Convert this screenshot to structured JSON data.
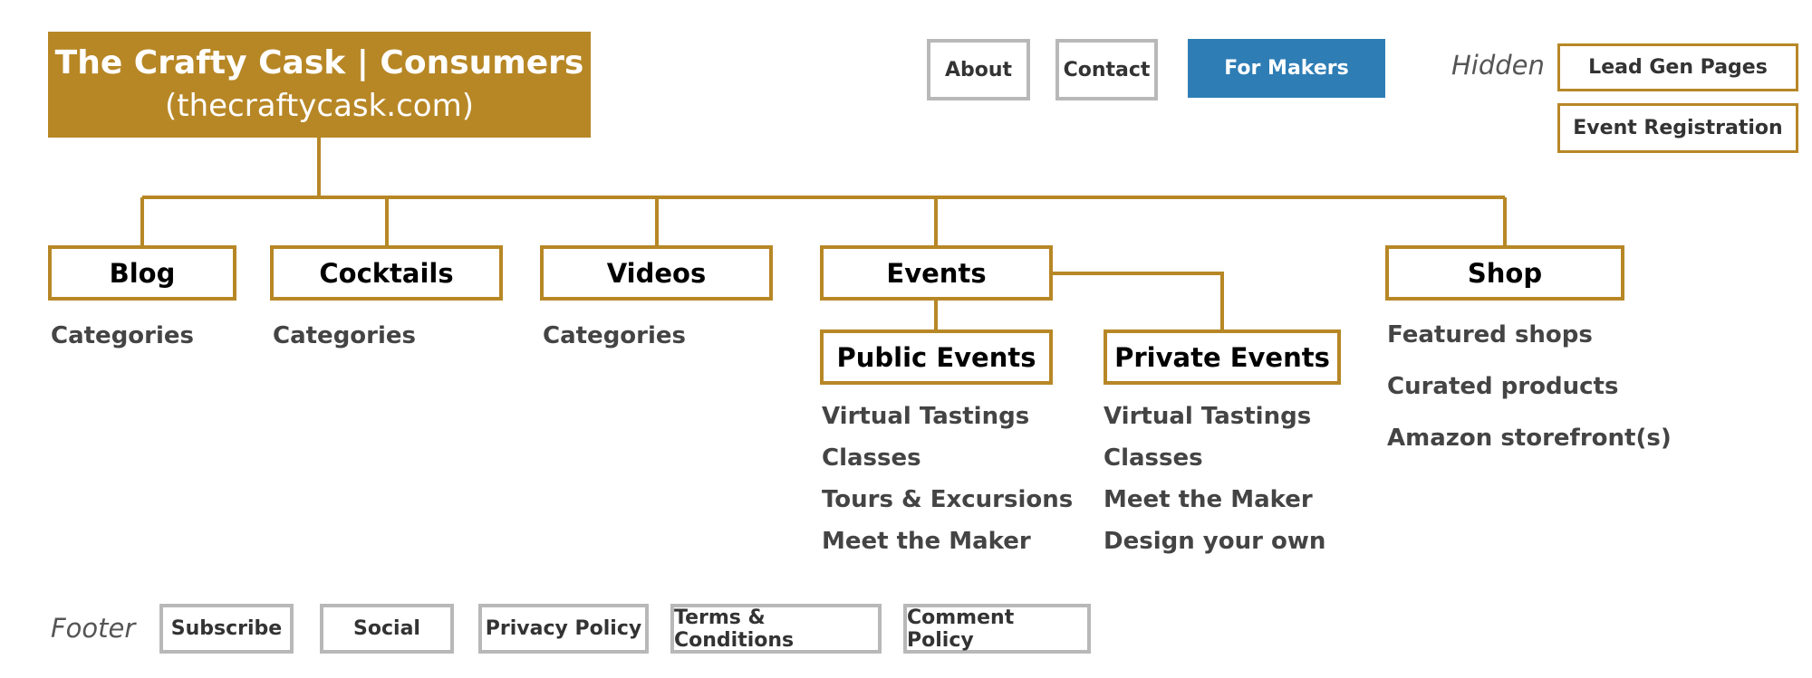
{
  "root": {
    "title": "The Crafty Cask | Consumers",
    "subtitle": "(thecraftycask.com)"
  },
  "top_nav": {
    "about": "About",
    "contact": "Contact",
    "for_makers": "For Makers"
  },
  "hidden": {
    "label": "Hidden",
    "lead_gen": "Lead Gen Pages",
    "event_registration": "Event Registration"
  },
  "sections": {
    "blog": {
      "label": "Blog",
      "sub": "Categories"
    },
    "cocktails": {
      "label": "Cocktails",
      "sub": "Categories"
    },
    "videos": {
      "label": "Videos",
      "sub": "Categories"
    },
    "events": {
      "label": "Events"
    },
    "public_events": {
      "label": "Public Events",
      "items": [
        "Virtual Tastings",
        "Classes",
        "Tours & Excursions",
        "Meet the Maker"
      ]
    },
    "private_events": {
      "label": "Private Events",
      "items": [
        "Virtual Tastings",
        "Classes",
        "Meet the Maker",
        "Design your own"
      ]
    },
    "shop": {
      "label": "Shop",
      "items": [
        "Featured shops",
        "Curated products",
        "Amazon storefront(s)"
      ]
    }
  },
  "footer": {
    "label": "Footer",
    "links": [
      "Subscribe",
      "Social",
      "Privacy Policy",
      "Terms & Conditions",
      "Comment Policy"
    ]
  },
  "colors": {
    "brand_gold": "#b78726",
    "button_blue": "#2e7db5",
    "button_gray_border": "#b8b8b8"
  }
}
